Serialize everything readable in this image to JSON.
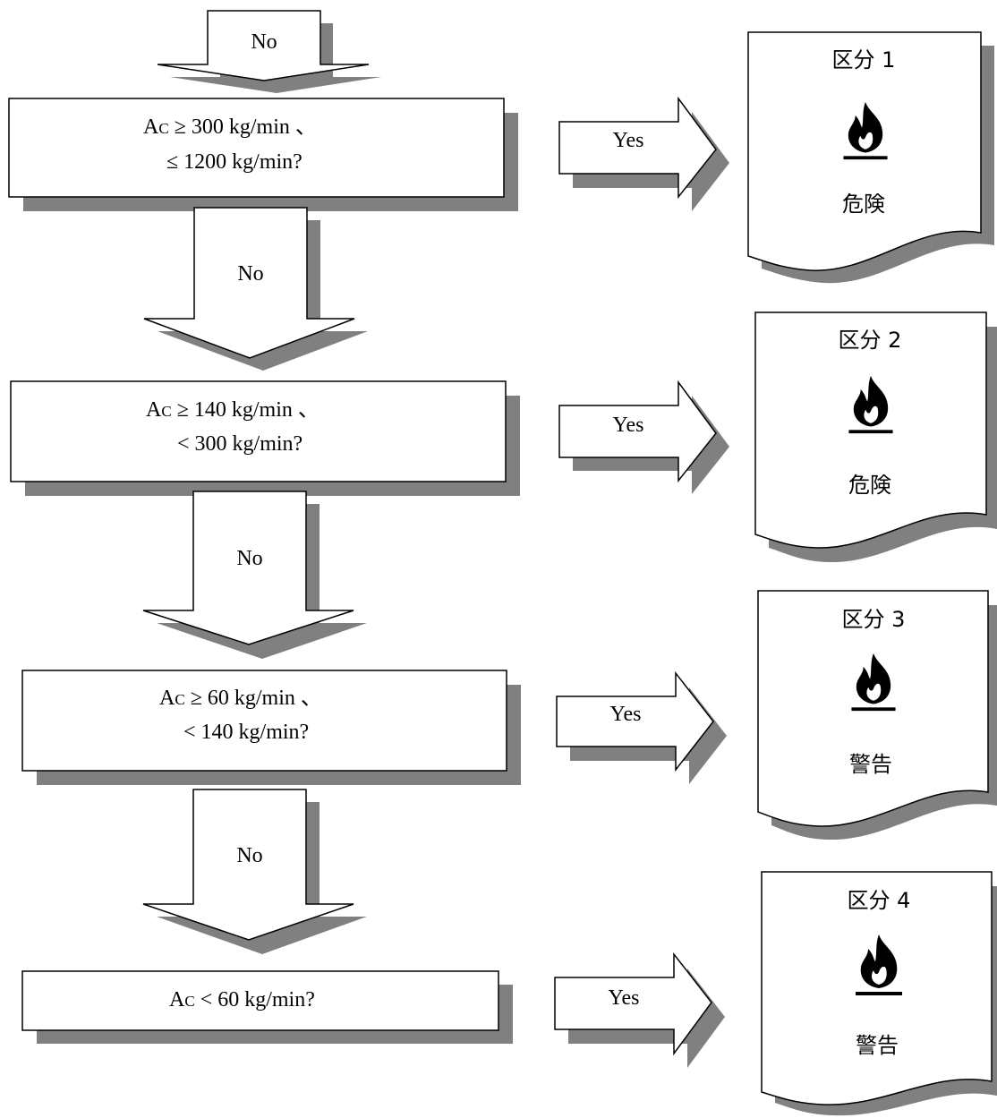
{
  "flowchart": {
    "top_arrow": {
      "label": "No"
    },
    "questions": [
      {
        "line1": "A",
        "sub": "C",
        "cond1": " ≥ 300 kg/min 、",
        "line2": "≤ 1200 kg/min?",
        "no_label": "No",
        "yes_label": "Yes"
      },
      {
        "line1": "A",
        "sub": "C",
        "cond1": " ≥ 140 kg/min 、",
        "line2": "< 300 kg/min?",
        "no_label": "No",
        "yes_label": "Yes"
      },
      {
        "line1": "A",
        "sub": "C",
        "cond1": " ≥ 60 kg/min 、",
        "line2": "< 140 kg/min?",
        "no_label": "No",
        "yes_label": "Yes"
      },
      {
        "line1": "A",
        "sub": "C",
        "cond1": " < 60 kg/min?",
        "line2": "",
        "yes_label": "Yes"
      }
    ],
    "results": [
      {
        "category": "区分 1",
        "signal_word": "危険",
        "icon": "flame-icon"
      },
      {
        "category": "区分 2",
        "signal_word": "危険",
        "icon": "flame-icon"
      },
      {
        "category": "区分 3",
        "signal_word": "警告",
        "icon": "flame-icon"
      },
      {
        "category": "区分 4",
        "signal_word": "警告",
        "icon": "flame-icon"
      }
    ]
  }
}
